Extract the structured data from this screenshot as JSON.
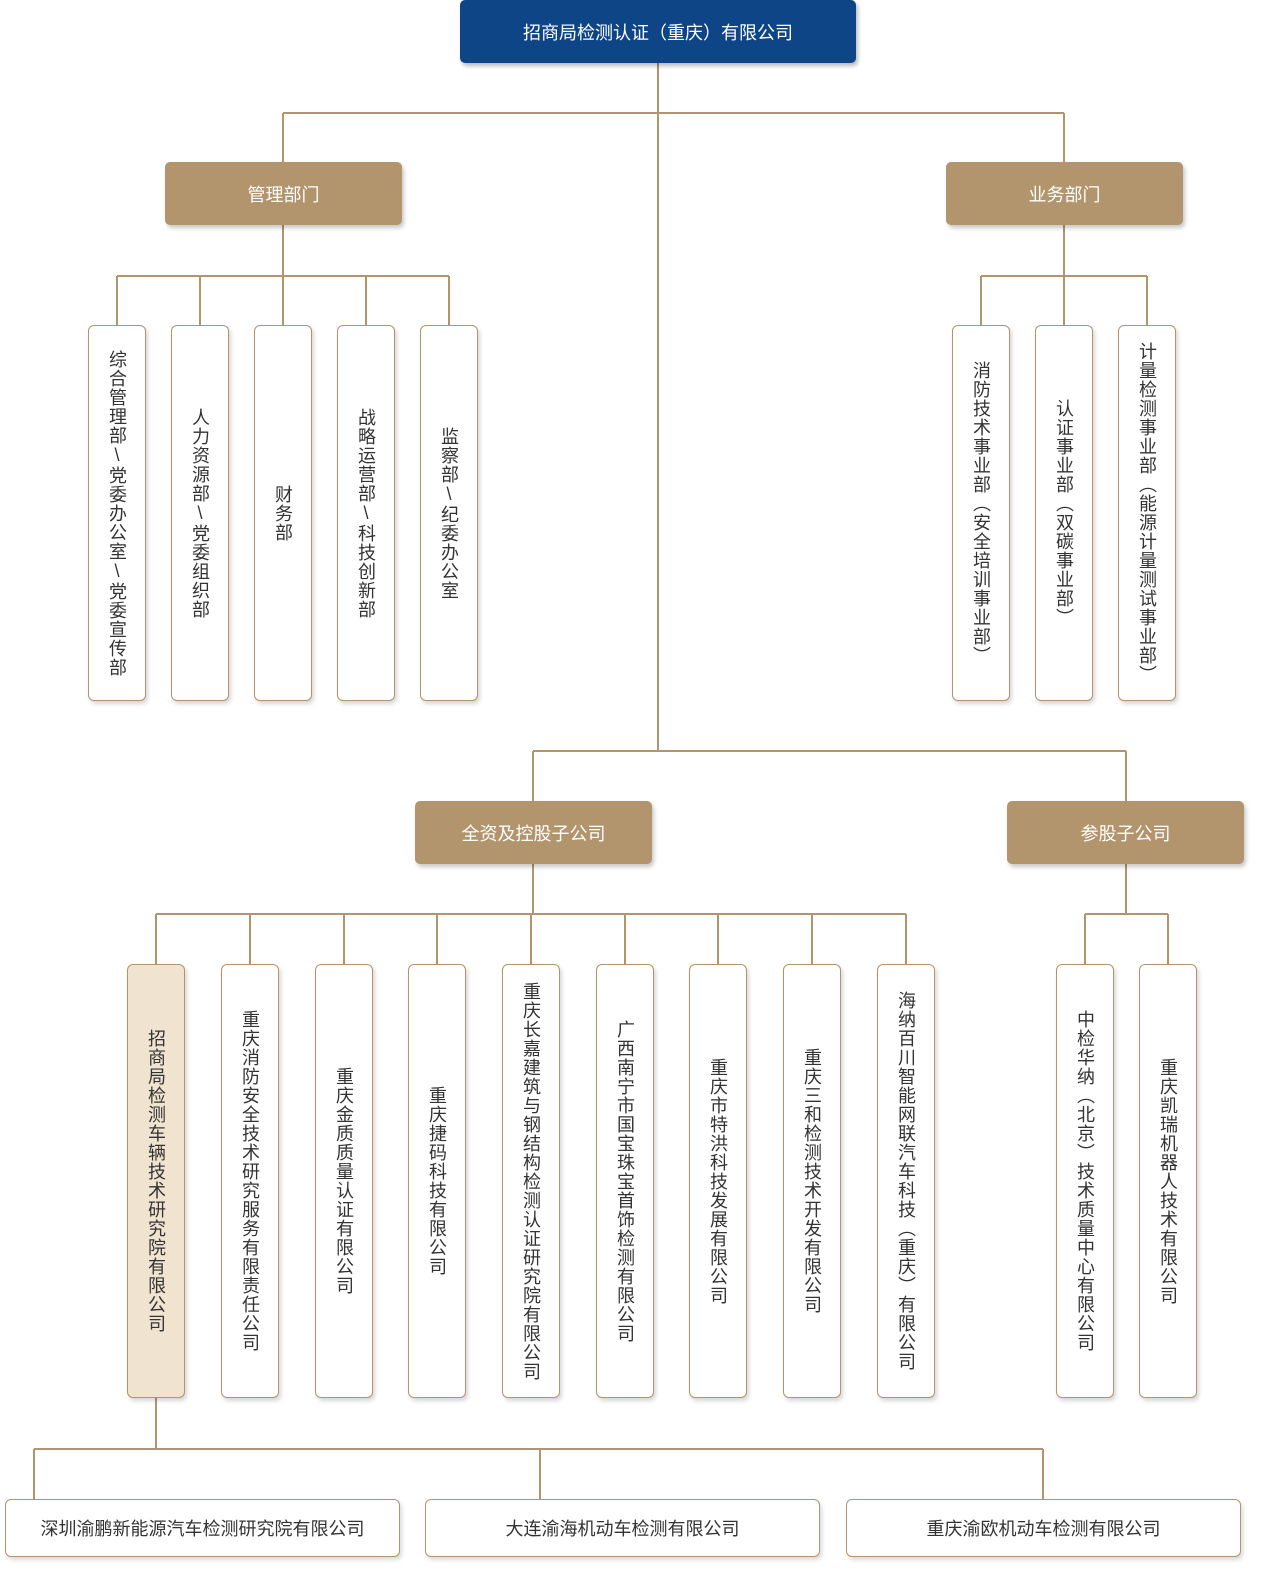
{
  "colors": {
    "root_fill": "#0d4586",
    "header_fill": "#b2946d",
    "line": "#b2946d",
    "highlight_fill": "#f0e3cf"
  },
  "root": {
    "label": "招商局检测认证（重庆）有限公司"
  },
  "management": {
    "label": "管理部门",
    "items": [
      "综合管理部\\党委办公室\\党委宣传部",
      "人力资源部\\党委组织部",
      "财务部",
      "战略运营部\\科技创新部",
      "监察部\\纪委办公室"
    ]
  },
  "business": {
    "label": "业务部门",
    "items": [
      "消防技术事业部（安全培训事业部）",
      "认证事业部（双碳事业部）",
      "计量检测事业部（能源计量测试事业部）"
    ]
  },
  "subsidiaries": {
    "label": "全资及控股子公司",
    "items": [
      "招商局检测车辆技术研究院有限公司",
      "重庆消防安全技术研究服务有限责任公司",
      "重庆金质质量认证有限公司",
      "重庆捷码科技有限公司",
      "重庆长嘉建筑与钢结构检测认证研究院有限公司",
      "广西南宁市国宝珠宝首饰检测有限公司",
      "重庆市特洪科技发展有限公司",
      "重庆三和检测技术开发有限公司",
      "海纳百川智能网联汽车科技（重庆）有限公司"
    ]
  },
  "affiliates": {
    "label": "参股子公司",
    "items": [
      "中检华纳（北京）技术质量中心有限公司",
      "重庆凯瑞机器人技术有限公司"
    ]
  },
  "vehicle_institute_children": {
    "items": [
      "深圳渝鹏新能源汽车检测研究院有限公司",
      "大连渝海机动车检测有限公司",
      "重庆渝欧机动车检测有限公司"
    ]
  }
}
